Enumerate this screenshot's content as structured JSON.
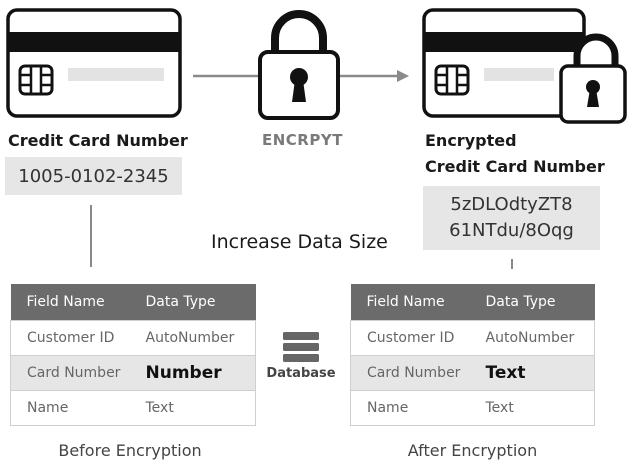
{
  "left_card": {
    "title": "Credit Card Number",
    "number": "1005-0102-2345"
  },
  "middle": {
    "encrypt_label": "ENCRPYT",
    "center_title": "Increase Data Size",
    "database_label": "Database"
  },
  "right_card": {
    "title_line1": "Encrypted",
    "title_line2": "Credit Card Number",
    "cipher_line1": "5zDLOdtyZT8",
    "cipher_line2": "61NTdu/8Oqg"
  },
  "before_table": {
    "headers": [
      "Field Name",
      "Data Type"
    ],
    "rows": [
      [
        "Customer ID",
        "AutoNumber"
      ],
      [
        "Card Number",
        "Number"
      ],
      [
        "Name",
        "Text"
      ]
    ],
    "caption": "Before Encryption"
  },
  "after_table": {
    "headers": [
      "Field Name",
      "Data Type"
    ],
    "rows": [
      [
        "Customer ID",
        "AutoNumber"
      ],
      [
        "Card Number",
        "Text"
      ],
      [
        "Name",
        "Text"
      ]
    ],
    "caption": "After Encryption"
  },
  "icons": [
    "credit-card-icon",
    "padlock-icon",
    "arrow-icon",
    "database-icon",
    "encrypted-card-icon"
  ],
  "colors": {
    "card_stripe": "#111111",
    "table_header": "#6b6b6b",
    "highlight": "#e6e6e6",
    "arrow": "#8a8a8a"
  }
}
